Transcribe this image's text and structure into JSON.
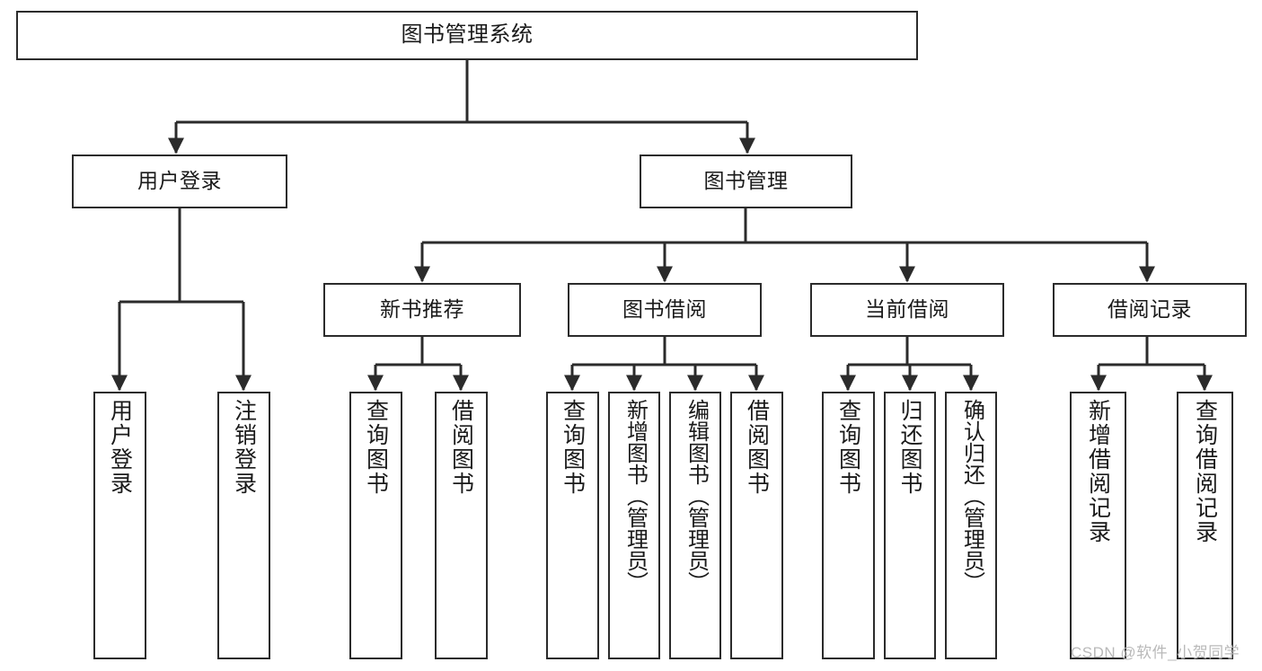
{
  "diagram": {
    "type": "tree",
    "title": "图书管理系统",
    "watermark": "CSDN @软件_小贺同学",
    "colors": {
      "stroke": "#2b2b2b",
      "fill": "#ffffff",
      "text": "#1a1a1a",
      "watermark": "#b9b9b9"
    },
    "nodes": {
      "root": {
        "label": "图书管理系统"
      },
      "level1": [
        {
          "id": "user-login",
          "label": "用户登录"
        },
        {
          "id": "book-manage",
          "label": "图书管理"
        }
      ],
      "level2": [
        {
          "id": "new-book-recommend",
          "label": "新书推荐"
        },
        {
          "id": "book-borrow",
          "label": "图书借阅"
        },
        {
          "id": "current-borrow",
          "label": "当前借阅"
        },
        {
          "id": "borrow-record",
          "label": "借阅记录"
        }
      ],
      "leaves": {
        "user_login": [
          {
            "id": "leaf-user-login",
            "label": "用户登录"
          },
          {
            "id": "leaf-logout-login",
            "label": "注销登录"
          }
        ],
        "new_book_recommend": [
          {
            "id": "leaf-query-book-1",
            "label": "查询图书"
          },
          {
            "id": "leaf-borrow-book-1",
            "label": "借阅图书"
          }
        ],
        "book_borrow": [
          {
            "id": "leaf-query-book-2",
            "label": "查询图书"
          },
          {
            "id": "leaf-add-book",
            "label": "新增图书（管理员）"
          },
          {
            "id": "leaf-edit-book",
            "label": "编辑图书（管理员）"
          },
          {
            "id": "leaf-borrow-book-2",
            "label": "借阅图书"
          }
        ],
        "current_borrow": [
          {
            "id": "leaf-query-book-3",
            "label": "查询图书"
          },
          {
            "id": "leaf-return-book",
            "label": "归还图书"
          },
          {
            "id": "leaf-confirm-return",
            "label": "确认归还（管理员）"
          }
        ],
        "borrow_record": [
          {
            "id": "leaf-add-record",
            "label": "新增借阅记录"
          },
          {
            "id": "leaf-query-record",
            "label": "查询借阅记录"
          }
        ]
      }
    }
  }
}
